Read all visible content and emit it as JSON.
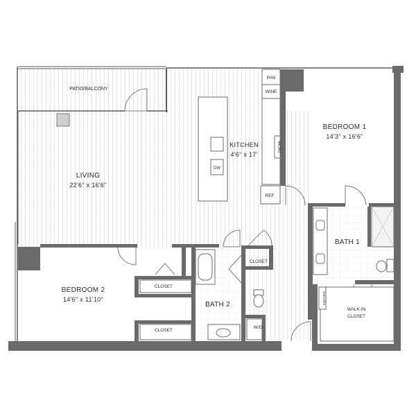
{
  "rooms": {
    "patio": {
      "name": "PATIO/BALCONY"
    },
    "living": {
      "name": "LIVING",
      "dims": "22'6\" x 16'6\""
    },
    "kitchen": {
      "name": "KITCHEN",
      "dims": "4'6\" x 17'"
    },
    "bedroom1": {
      "name": "BEDROOM 1",
      "dims": "14'3\" x 16'6\""
    },
    "bedroom2": {
      "name": "BEDROOM 2",
      "dims": "14'6\" x 11'10\""
    },
    "bath1": {
      "name": "BATH 1"
    },
    "bath2": {
      "name": "BATH 2"
    },
    "walkin": {
      "name_line1": "WALK-IN",
      "name_line2": "CLOSET"
    }
  },
  "labels": {
    "pan": "PAN",
    "wine": "WINE",
    "micro": "MICRO",
    "ref": "REF",
    "dw": "DW",
    "closet": "CLOSET",
    "wd": "W/D",
    "shelves": "SHELVES"
  },
  "colors": {
    "wall": "#6a6a6a",
    "floor_lines": "#e3e3e3",
    "text": "#2b2b2b"
  }
}
